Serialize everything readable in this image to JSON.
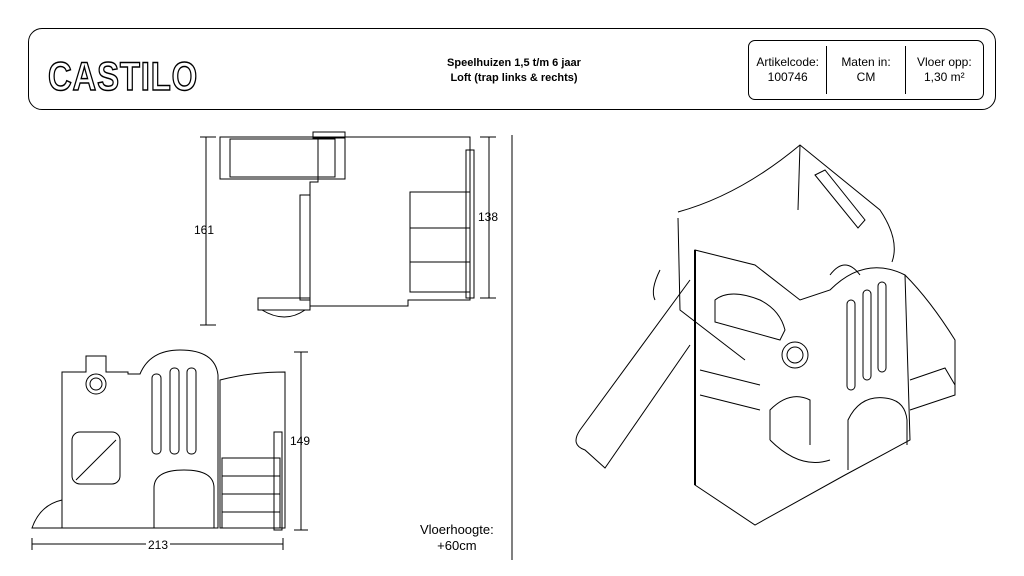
{
  "brand": "CASTILO",
  "title": {
    "line1": "Speelhuizen 1,5 t/m 6 jaar",
    "line2": "Loft (trap links & rechts)"
  },
  "info": [
    {
      "label": "Artikelcode:",
      "value": "100746"
    },
    {
      "label": "Maten in:",
      "value": "CM"
    },
    {
      "label": "Vloer opp:",
      "value": "1,30 m²"
    }
  ],
  "dimensions": {
    "top_depth": "161",
    "top_depth_right": "138",
    "front_height": "149",
    "front_width": "213"
  },
  "floor_height": {
    "label": "Vloerhoogte:",
    "value": "+60cm"
  }
}
